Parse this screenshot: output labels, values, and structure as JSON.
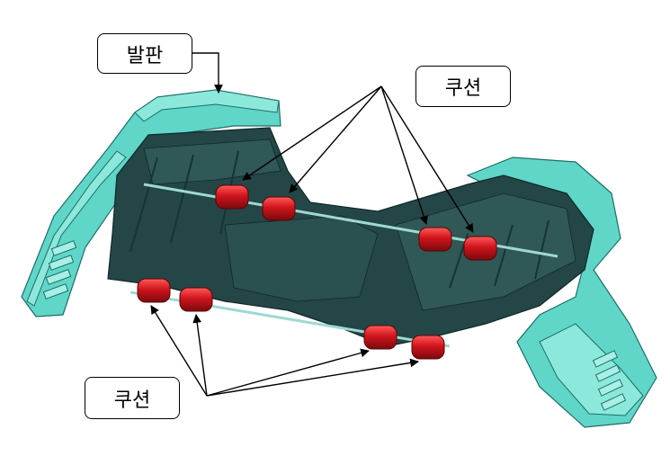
{
  "labels": {
    "footrest": "발판",
    "cushion_top": "쿠션",
    "cushion_bottom": "쿠션"
  },
  "colors": {
    "frame_cyan": "#5fd6c8",
    "frame_cyan_light": "#8de8dc",
    "plate_dark": "#244646",
    "plate_mid": "#2f5856",
    "cushion_red": "#d0141c",
    "arrow": "#000000"
  }
}
